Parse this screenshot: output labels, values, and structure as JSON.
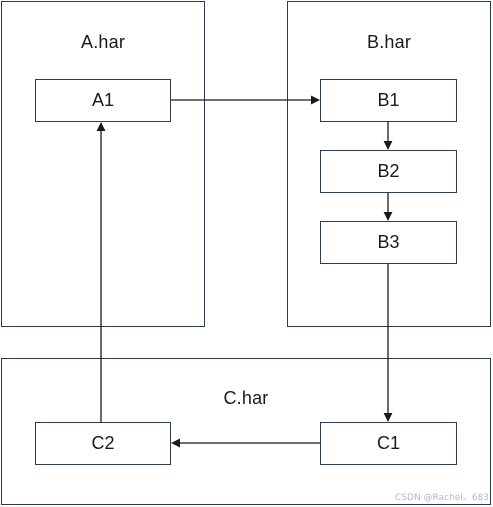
{
  "containers": {
    "a": {
      "label": "A.har"
    },
    "b": {
      "label": "B.har"
    },
    "c": {
      "label": "C.har"
    }
  },
  "nodes": {
    "a1": "A1",
    "b1": "B1",
    "b2": "B2",
    "b3": "B3",
    "c1": "C1",
    "c2": "C2"
  },
  "edges": [
    {
      "from": "A1",
      "to": "B1"
    },
    {
      "from": "B1",
      "to": "B2"
    },
    {
      "from": "B2",
      "to": "B3"
    },
    {
      "from": "B3",
      "to": "C1"
    },
    {
      "from": "C1",
      "to": "C2"
    },
    {
      "from": "C2",
      "to": "A1"
    }
  ],
  "watermark": "CSDN @Rachel、683",
  "colors": {
    "stroke": "#2b3a55",
    "arrow": "#1a1a1a"
  }
}
